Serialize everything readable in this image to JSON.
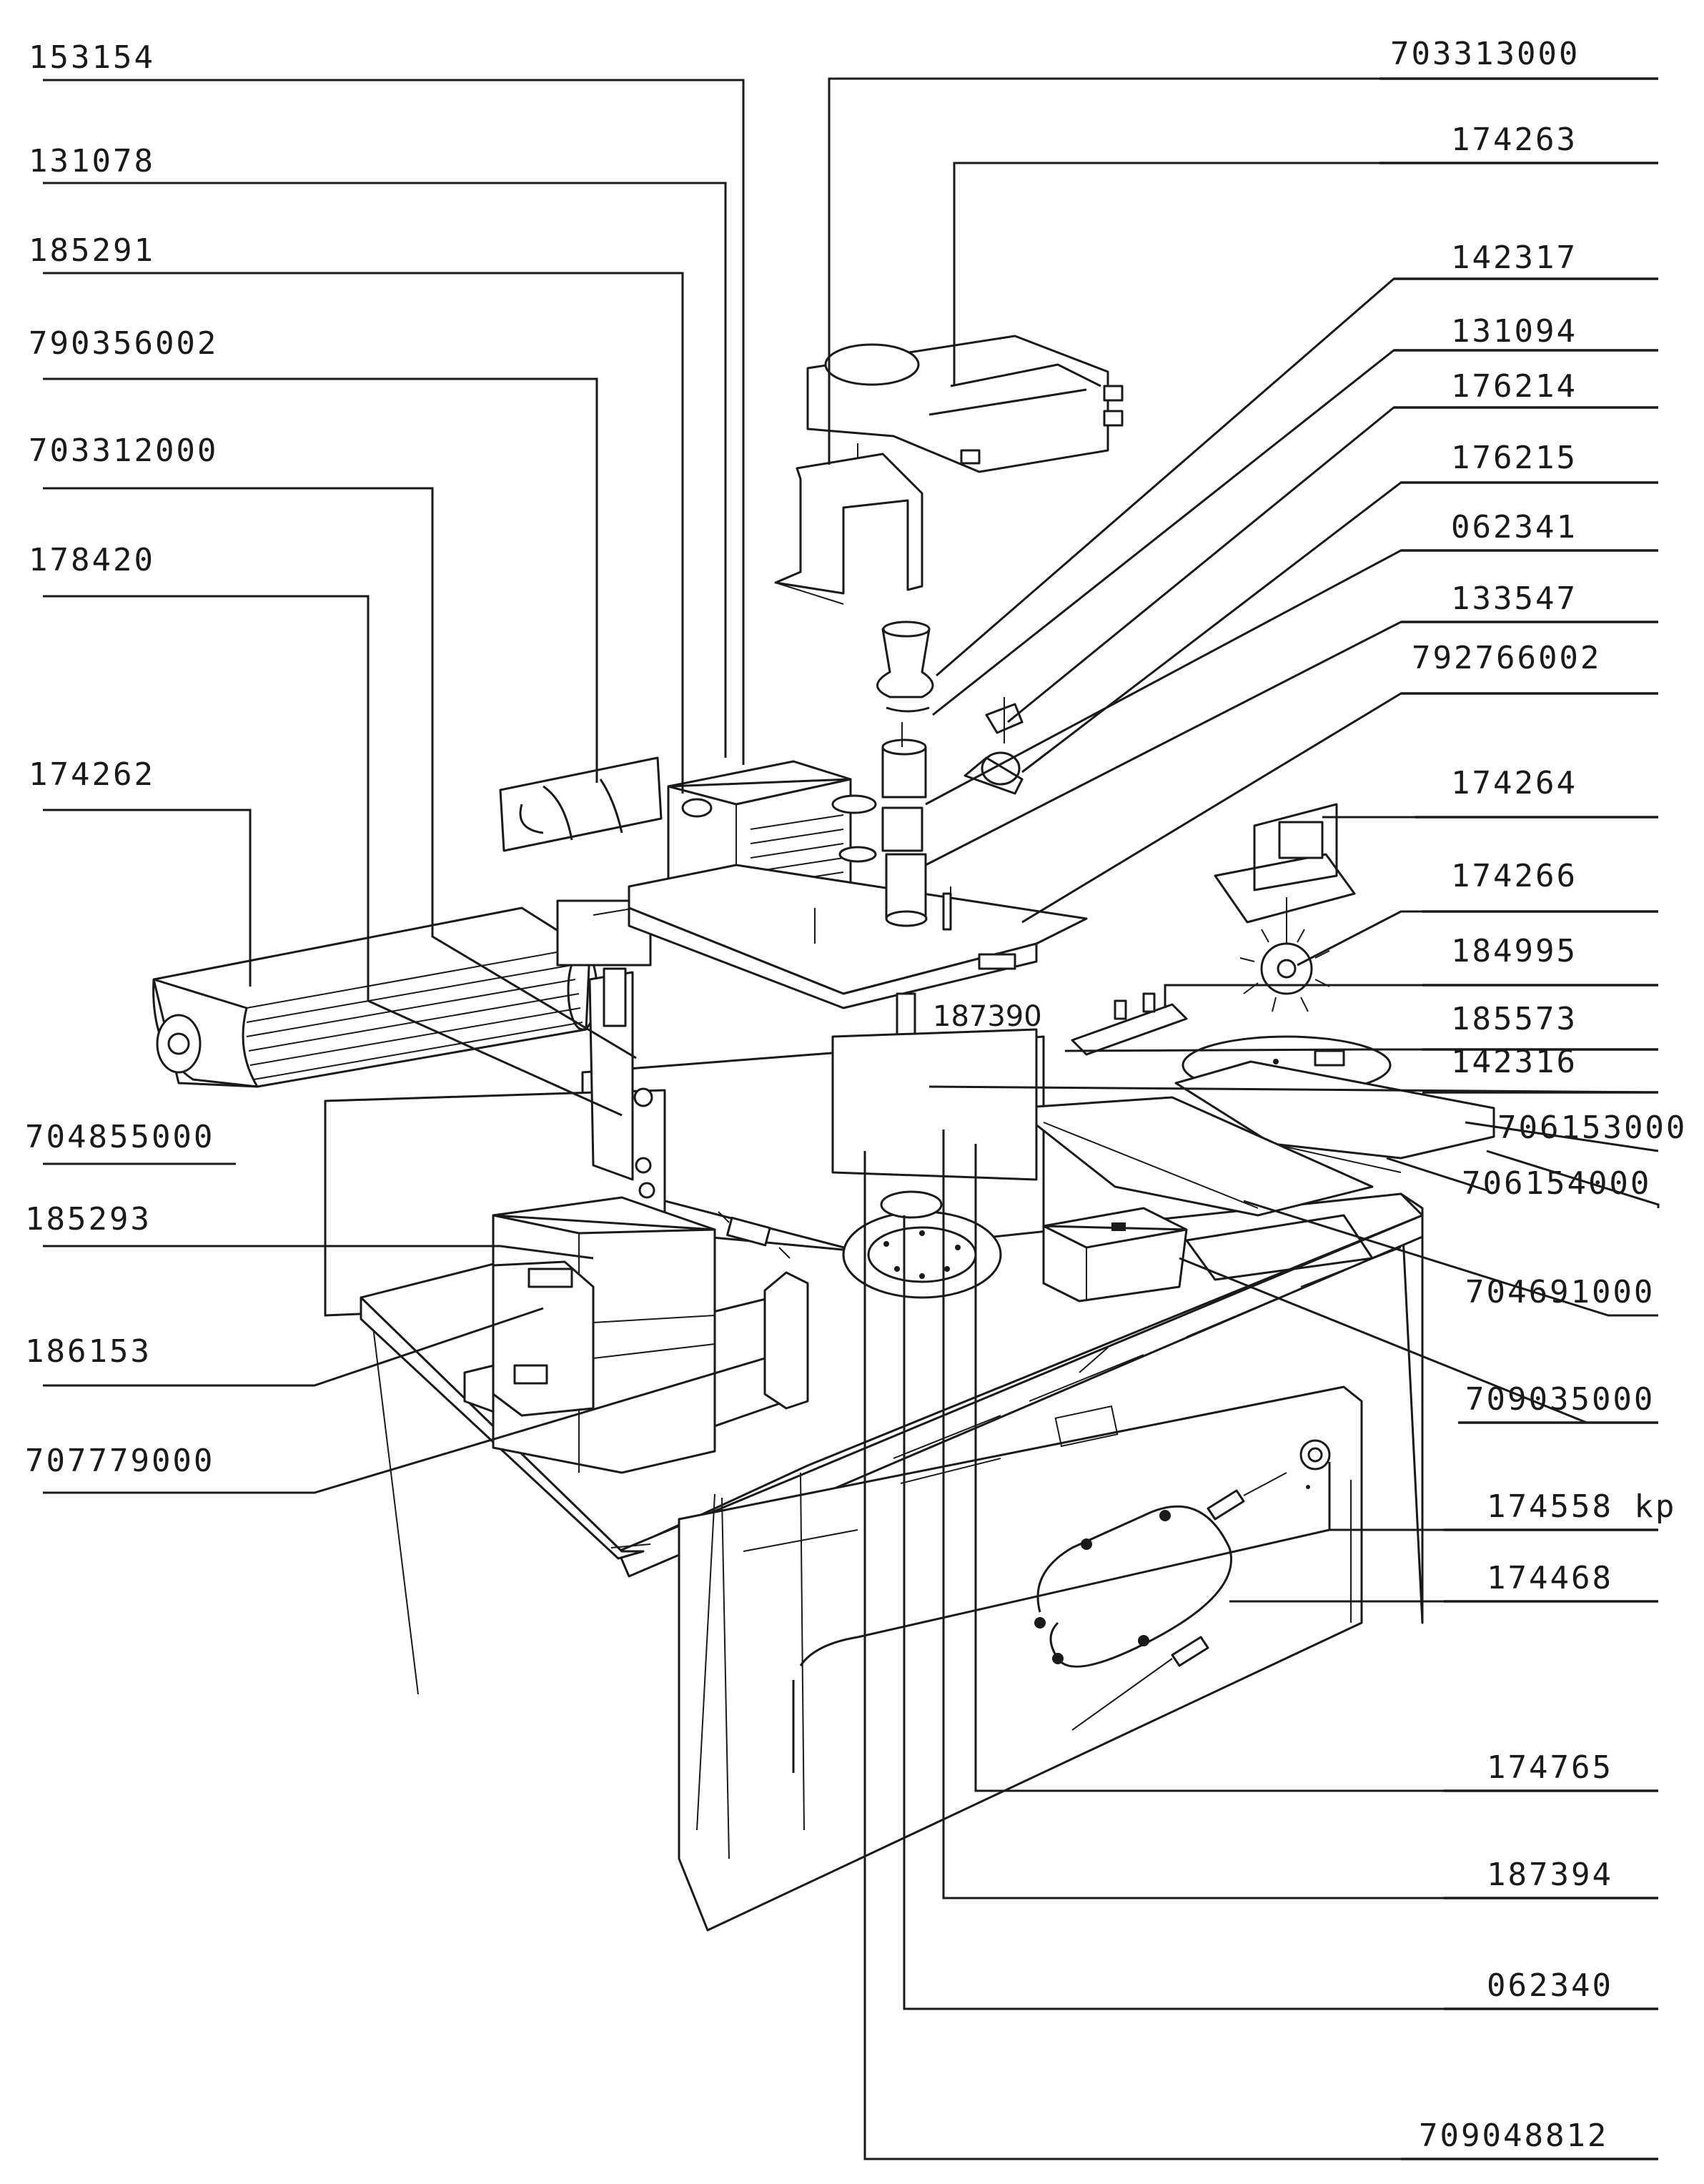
{
  "diagram": {
    "left_labels": [
      "153154",
      "131078",
      "185291",
      "790356002",
      "703312000",
      "178420",
      "174262",
      "704855000",
      "185293",
      "186153",
      "707779000"
    ],
    "right_labels": [
      "703313000",
      "174263",
      "142317",
      "131094",
      "176214",
      "176215",
      "062341",
      "133547",
      "792766002",
      "174264",
      "174266",
      "184995",
      "185573",
      "142316",
      "706153000",
      "706154000",
      "704691000",
      "709035000",
      "174558 kp",
      "174468",
      "174765",
      "187394",
      "062340",
      "709048812"
    ],
    "inline_labels": [
      "187390"
    ]
  }
}
